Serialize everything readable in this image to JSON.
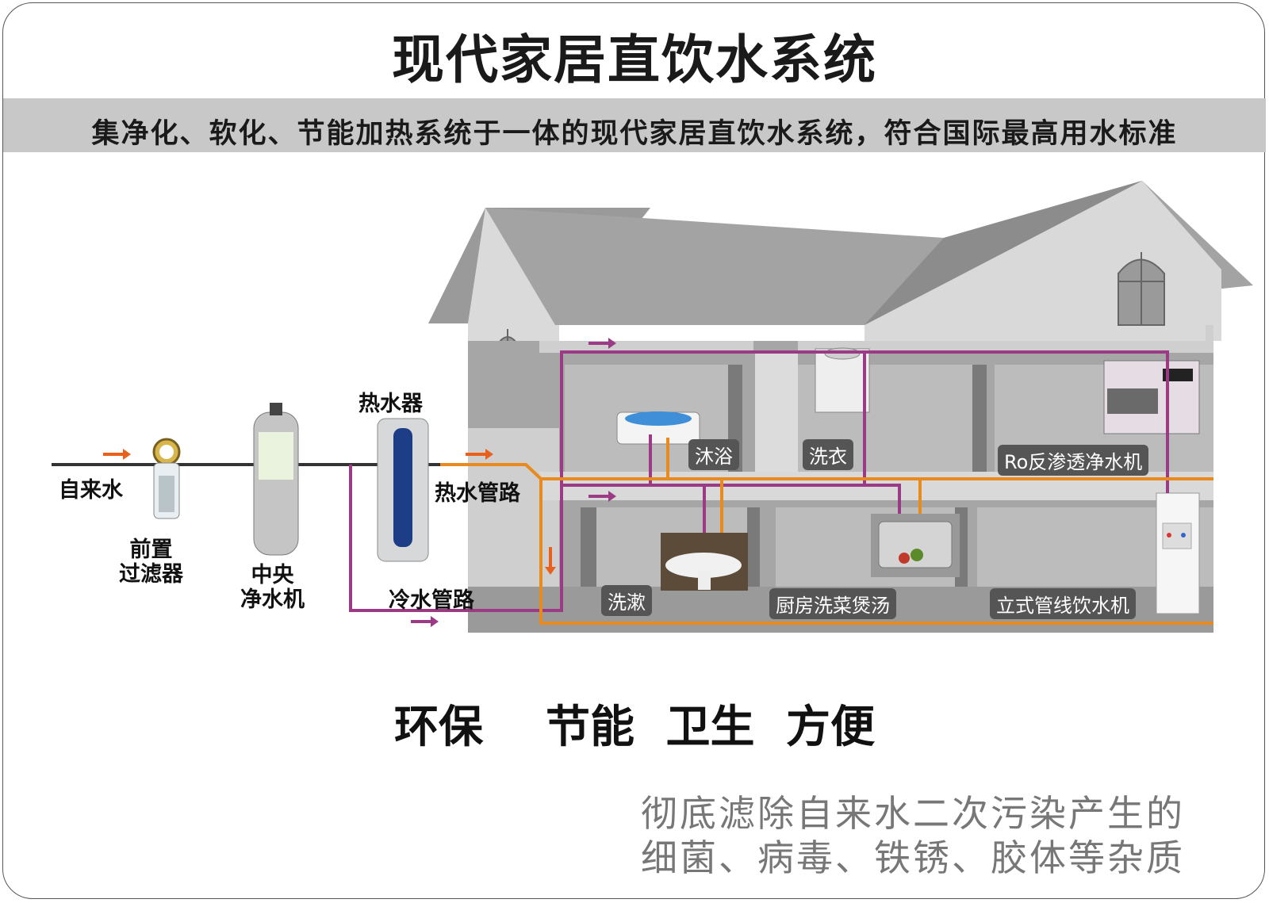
{
  "title": "现代家居直饮水系统",
  "subtitle": "集净化、软化、节能加热系统于一体的现代家居直饮水系统，符合国际最高用水标准",
  "labels": {
    "tap_water": "自来水",
    "pre_filter": "前置\n过滤器",
    "central_purifier": "中央\n净水机",
    "water_heater": "热水器",
    "hot_pipe": "热水管路",
    "cold_pipe": "冷水管路"
  },
  "rooms": {
    "bath": "沐浴",
    "laundry": "洗衣",
    "ro": "Ro反渗透净水机",
    "wash": "洗漱",
    "kitchen": "厨房洗菜煲汤",
    "dispenser": "立式管线饮水机"
  },
  "slogan": "环保  节能 卫生 方便",
  "description": {
    "line1": "彻底滤除自来水二次污染产生的",
    "line2": "细菌、病毒、铁锈、胶体等杂质"
  },
  "colors": {
    "hot_pipe": "#e88a1e",
    "cold_pipe": "#9b3b86",
    "arrow": "#e8601c",
    "house": "#a0a0a0"
  }
}
